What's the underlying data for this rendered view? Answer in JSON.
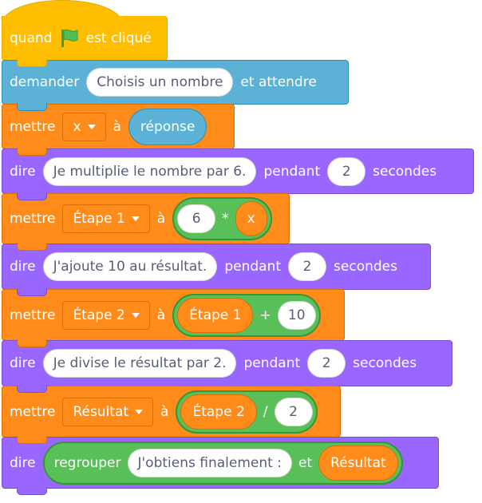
{
  "hat": {
    "when": "quand",
    "clicked": "est cliqué",
    "icon": "green-flag-icon"
  },
  "ask": {
    "label": "demander",
    "question": "Choisis un nombre",
    "wait": "et attendre"
  },
  "set1": {
    "label": "mettre",
    "var": "x",
    "to": "à",
    "value": "réponse"
  },
  "say1": {
    "label": "dire",
    "text": "Je multiplie le nombre par 6.",
    "during": "pendant",
    "secs": "2",
    "unit": "secondes"
  },
  "set2": {
    "label": "mettre",
    "var": "Étape 1",
    "to": "à",
    "a": "6",
    "op": "*",
    "b": "x"
  },
  "say2": {
    "label": "dire",
    "text": "J'ajoute 10 au résultat.",
    "during": "pendant",
    "secs": "2",
    "unit": "secondes"
  },
  "set3": {
    "label": "mettre",
    "var": "Étape 2",
    "to": "à",
    "a": "Étape 1",
    "op": "+",
    "b": "10"
  },
  "say3": {
    "label": "dire",
    "text": "Je divise le résultat par 2.",
    "during": "pendant",
    "secs": "2",
    "unit": "secondes"
  },
  "set4": {
    "label": "mettre",
    "var": "Résultat",
    "to": "à",
    "a": "Étape 2",
    "op": "/",
    "b": "2"
  },
  "say4": {
    "label": "dire",
    "join": "regrouper",
    "text": "J'obtiens finalement :",
    "and": "et",
    "var": "Résultat"
  }
}
